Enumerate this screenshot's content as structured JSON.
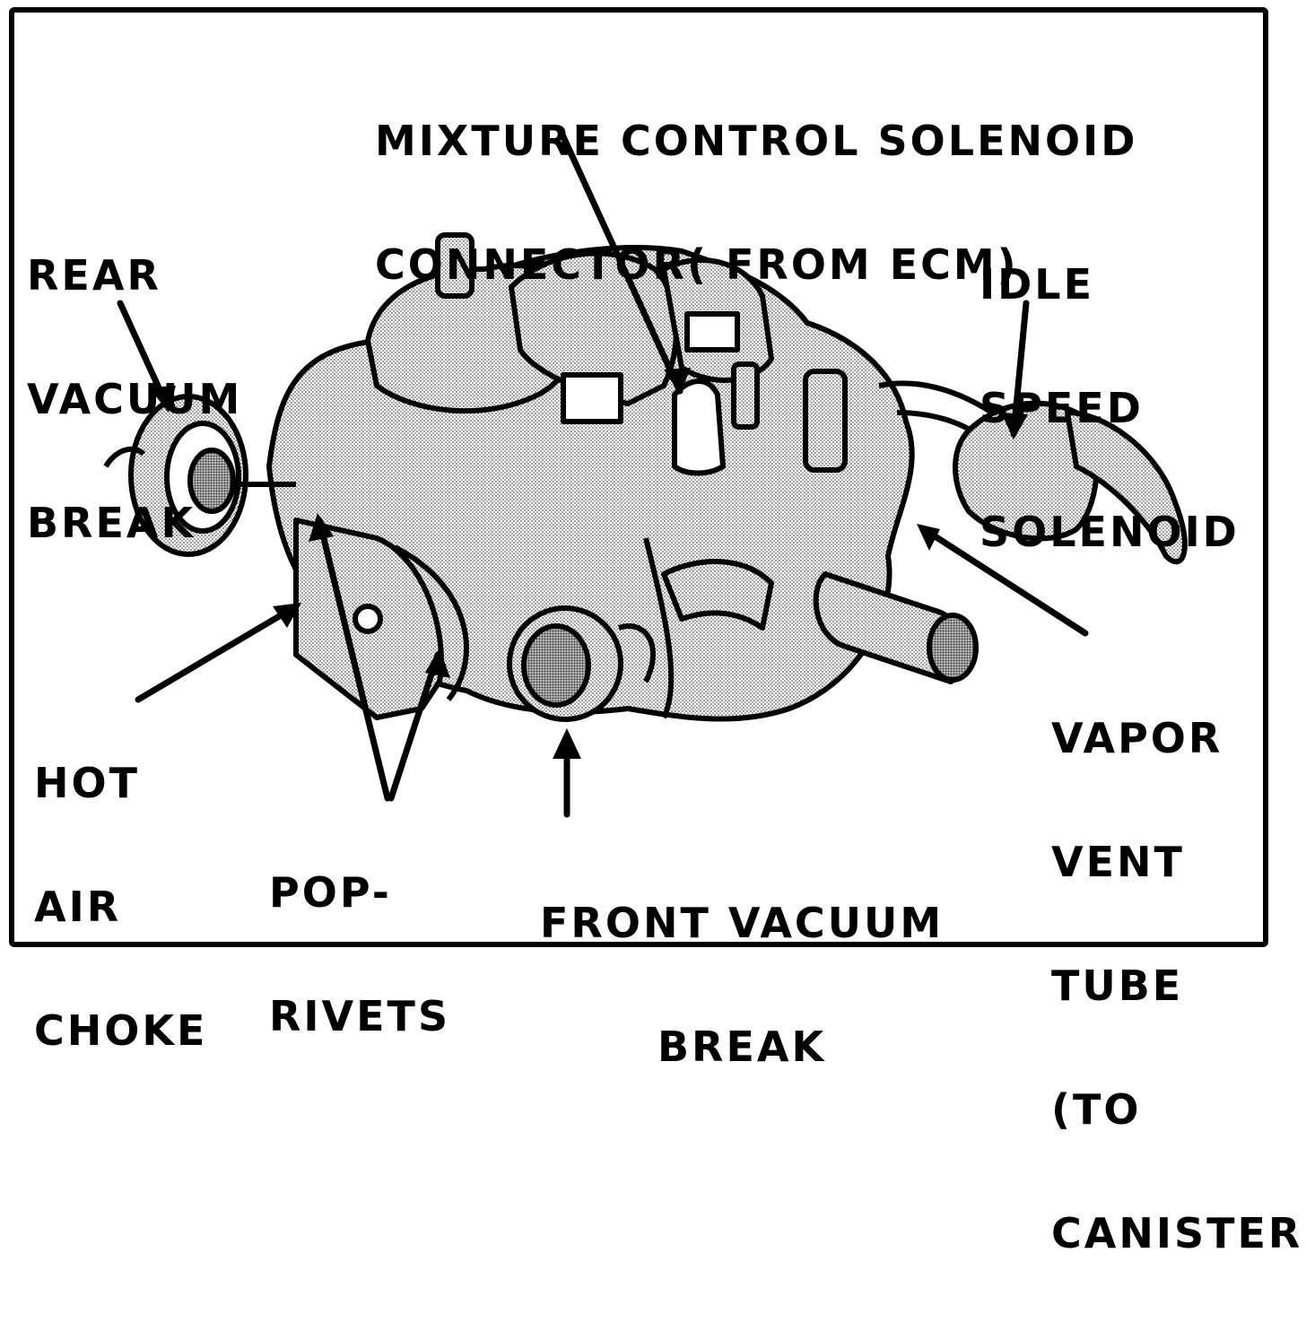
{
  "labels": {
    "mixture": [
      "MIXTURE CONTROL SOLENOID",
      "CONNECTOR( FROM ECM)"
    ],
    "rear_vacuum_break": [
      "REAR",
      "VACUUM",
      "BREAK"
    ],
    "idle_speed_solenoid": [
      "IDLE",
      "SPEED",
      "SOLENOID"
    ],
    "hot_air_choke": [
      "HOT",
      "AIR",
      "CHOKE"
    ],
    "pop_rivets": [
      "POP-",
      "RIVETS"
    ],
    "front_vacuum_break": [
      "FRONT VACUUM",
      "BREAK"
    ],
    "vapor_vent_tube": [
      "VAPOR",
      "VENT",
      "TUBE",
      "(TO",
      "CANISTER)"
    ]
  }
}
